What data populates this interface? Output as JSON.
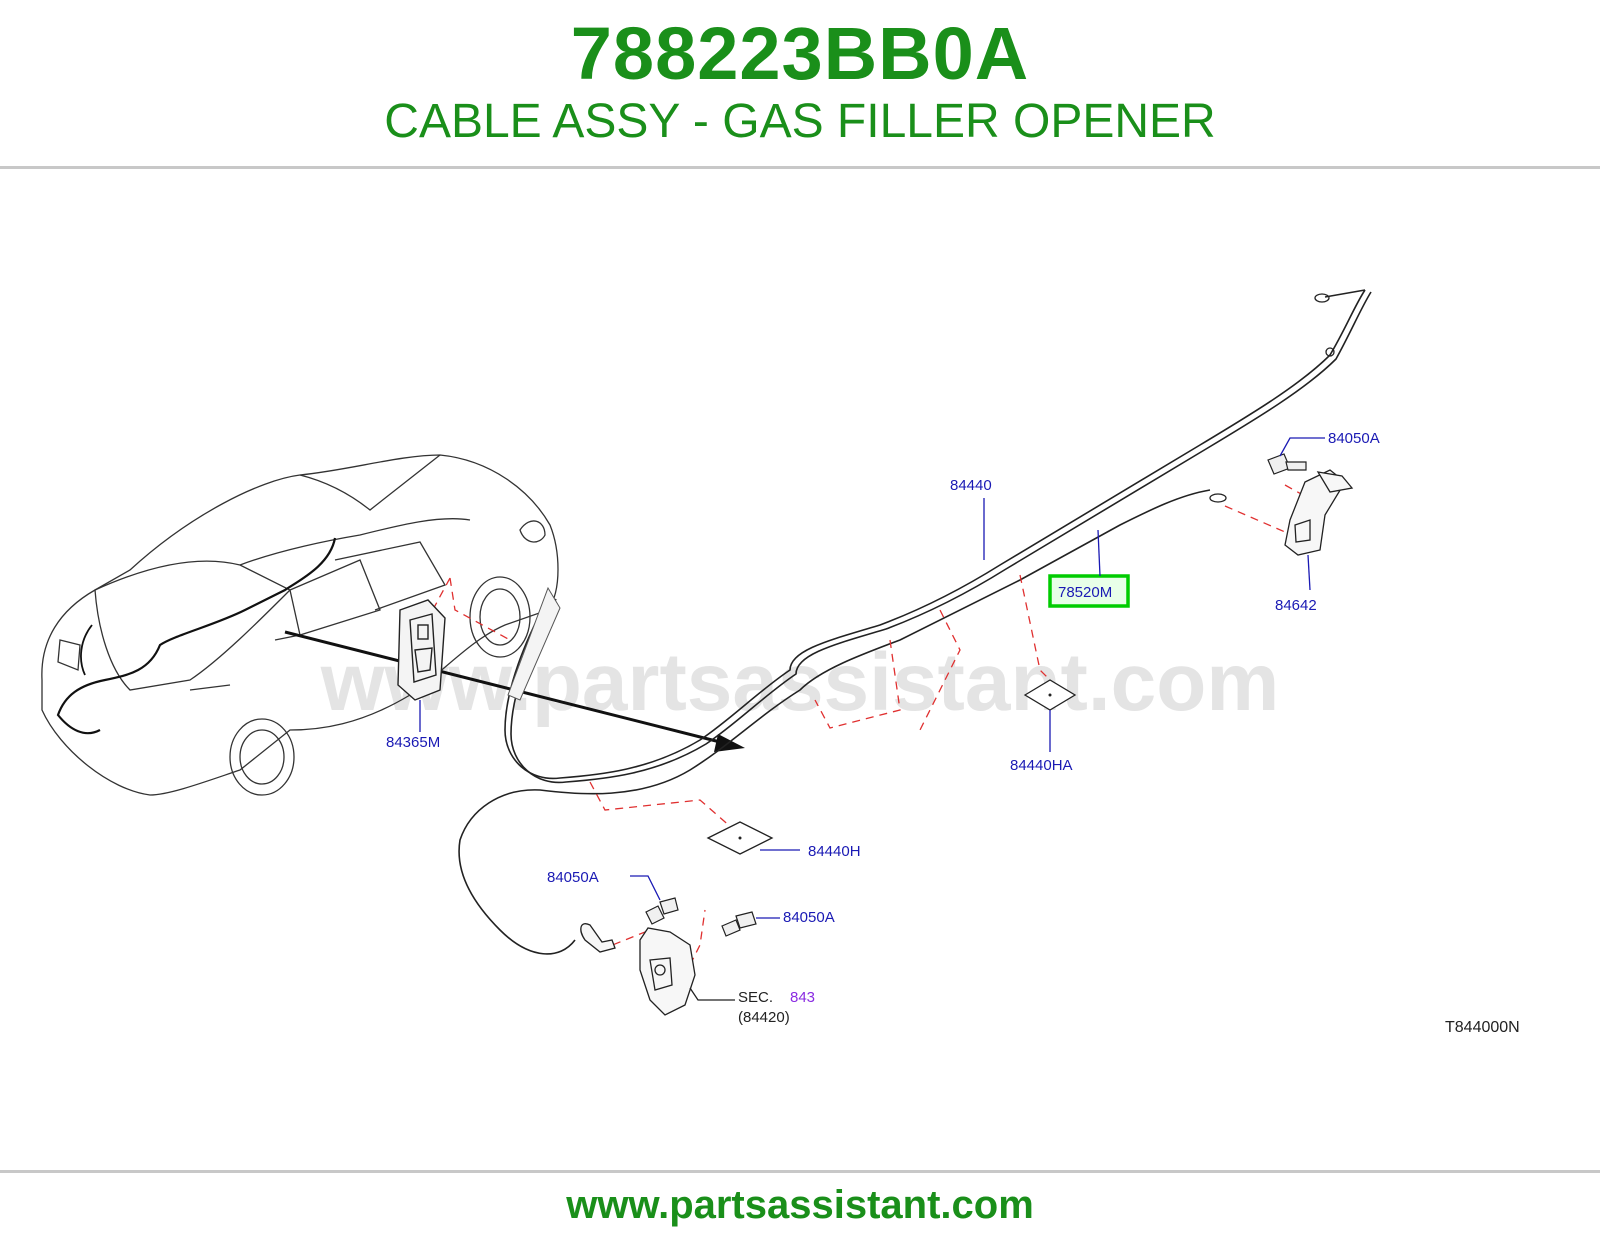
{
  "header": {
    "part_number": "788223BB0A",
    "part_title": "CABLE ASSY - GAS FILLER OPENER"
  },
  "diagram": {
    "watermark": "www.partsassistant.com",
    "code": "T844000N",
    "highlighted_part": "78520M",
    "labels": {
      "cable": "84440",
      "highlight": "78520M",
      "bolt_top": "84050A",
      "lever": "84642",
      "lid": "84365M",
      "pad_right": "84440HA",
      "pad_left": "84440H",
      "bolt_left": "84050A",
      "bolt_right": "84050A",
      "sec_prefix": "SEC.",
      "sec_number": "843",
      "sec_ref": "(84420)"
    },
    "colors": {
      "brand_green": "#1a8f1a",
      "label_blue": "#1a1ab4",
      "highlight_border": "#00cc00",
      "dash_red": "#e03030",
      "sec_purple": "#8a2be2"
    }
  },
  "footer": {
    "url": "www.partsassistant.com"
  }
}
